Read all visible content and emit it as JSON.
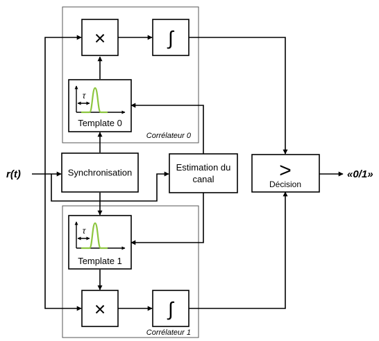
{
  "input_label": "r(t)",
  "output_label": "«0/1»",
  "blocks": {
    "multiplier_symbol": "×",
    "integrator_symbol": "∫",
    "template_0": "Template 0",
    "template_1": "Template 1",
    "synchronisation": "Synchronisation",
    "estimation_line1": "Estimation du",
    "estimation_line2": "canal",
    "comparator_symbol": ">",
    "decision": "Décision",
    "tau_symbol": "τ"
  },
  "groups": {
    "correlator_0": "Corrélateur 0",
    "correlator_1": "Corrélateur 1"
  },
  "colors": {
    "pulse": "#8dc63f",
    "lines": "#000000",
    "group_border": "#555555"
  }
}
